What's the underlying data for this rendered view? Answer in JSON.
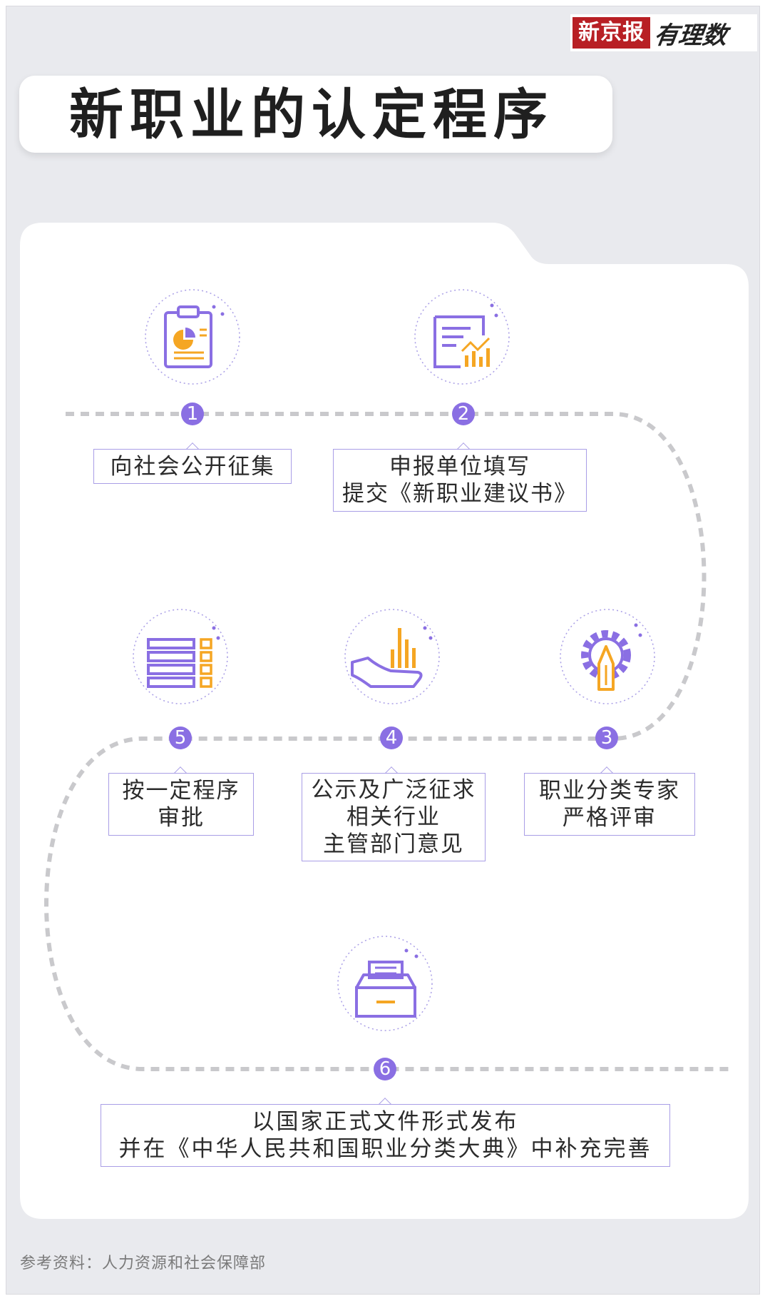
{
  "brand": {
    "name": "新京报",
    "sub": "有理数"
  },
  "title": "新职业的认定程序",
  "steps": [
    {
      "num": "1",
      "label": "向社会公开征集",
      "icon": "clipboard-report-icon"
    },
    {
      "num": "2",
      "label": "申报单位填写\n提交《新职业建议书》",
      "icon": "document-chart-icon"
    },
    {
      "num": "3",
      "label": "职业分类专家\n严格评审",
      "icon": "gear-pencil-icon"
    },
    {
      "num": "4",
      "label": "公示及广泛征求\n相关行业\n主管部门意见",
      "icon": "hand-bars-icon"
    },
    {
      "num": "5",
      "label": "按一定程序\n审批",
      "icon": "list-checkbox-icon"
    },
    {
      "num": "6",
      "label": "以国家正式文件形式发布\n并在《中华人民共和国职业分类大典》中补充完善",
      "icon": "file-drawer-icon"
    }
  ],
  "source": "参考资料：人力资源和社会保障部",
  "colors": {
    "accent": "#8a6fe3",
    "icon_orange": "#f5a623",
    "path_gray": "#c9c9cc",
    "background": "#e9eaee"
  }
}
